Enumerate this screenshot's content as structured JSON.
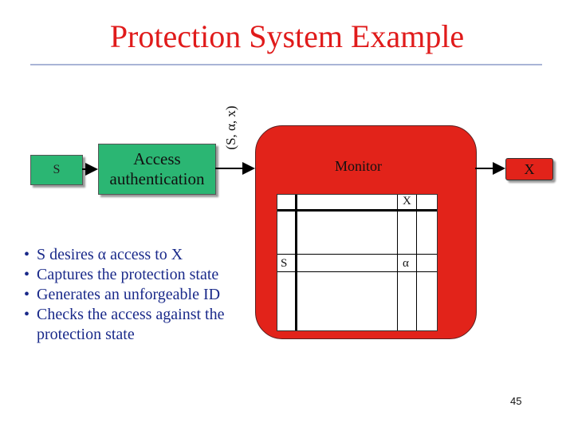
{
  "title": "Protection System Example",
  "diagram": {
    "subject_box": "S",
    "auth_box": "Access authentication",
    "request_label": "(S, α, x)",
    "monitor_label": "Monitor",
    "object_box": "X",
    "matrix": {
      "column_header": "X",
      "row_header": "S",
      "cell": "α"
    }
  },
  "bullets": [
    "S desires α access to X",
    "Captures the protection state",
    "Generates an unforgeable ID",
    "Checks the access against the protection state"
  ],
  "page_number": "45",
  "colors": {
    "title": "#e01b1b",
    "green_box": "#2bb673",
    "monitor": "#e2231a",
    "bullet_text": "#1a2a8a"
  }
}
